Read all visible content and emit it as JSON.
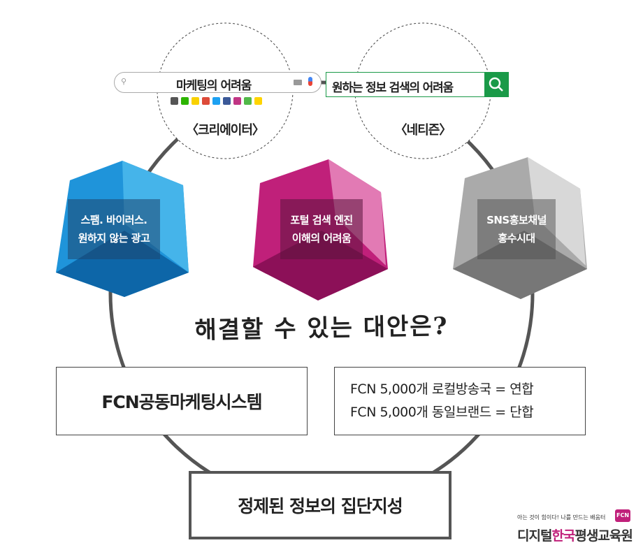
{
  "creator_search": {
    "query": "마케팅의 어려움",
    "label": "〈크리에이터〉",
    "icons": [
      "search-icon",
      "keyboard-icon",
      "mic-icon"
    ]
  },
  "netizen_search": {
    "query": "원하는 정보 검색의 어려움",
    "label": "〈네티즌〉"
  },
  "social_colors": [
    "#555",
    "#2db400",
    "#f9d100",
    "#dd4b39",
    "#1da1f2",
    "#3b5998",
    "#c13584",
    "#51b848",
    "#ffd400"
  ],
  "cubes": [
    {
      "line1": "스팸. 바이러스.",
      "line2": "원하지 않는 광고",
      "color": "#1b8fd8"
    },
    {
      "line1": "포털 검색 엔진",
      "line2": "이해의 어려움",
      "color": "#c0207a"
    },
    {
      "line1": "SNS홍보채널",
      "line2": "홍수시대",
      "color": "#aaaaaa"
    }
  ],
  "question": "해결할 수 있는 대안은?",
  "box_left": "FCN공동마케팅시스템",
  "box_right": {
    "line1": "FCN 5,000개 로컬방송국 = 연합",
    "line2": "FCN 5,000개 동일브랜드 = 단합"
  },
  "box_bottom": "정제된 정보의 집단지성",
  "logo": {
    "tagline": "아는 것이 힘이다! 나를 만드는 배움터",
    "name_a": "디지털",
    "name_b": "한국",
    "name_c": "평생교육원",
    "badge": "FCN"
  }
}
